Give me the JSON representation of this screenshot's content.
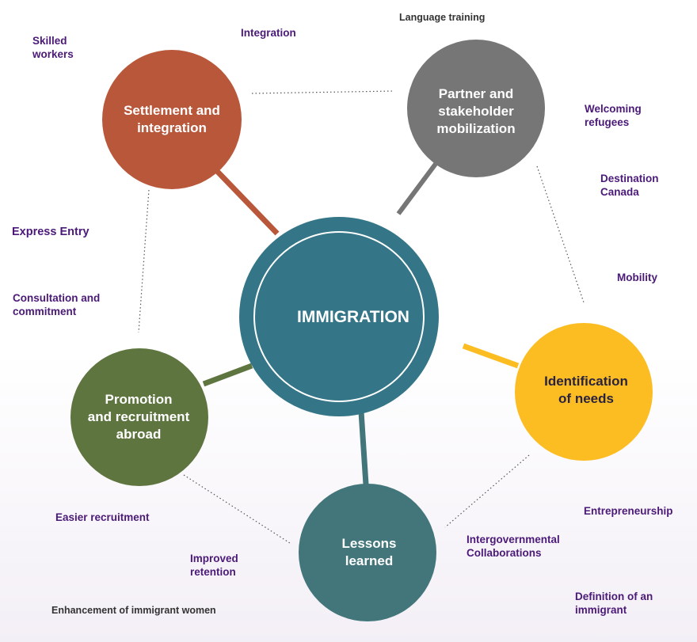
{
  "center": {
    "label": "IMMIGRATION",
    "color": "#347687"
  },
  "nodes": [
    {
      "label": "Settlement and\nintegration",
      "color": "#b9573b"
    },
    {
      "label": "Partner and\nstakeholder\nmobilization",
      "color": "#767676"
    },
    {
      "label": "Identification\nof needs",
      "color": "#fbbd22"
    },
    {
      "label": "Lessons\nlearned",
      "color": "#42767a"
    },
    {
      "label": "Promotion\nand recruitment\nabroad",
      "color": "#5f7540"
    }
  ],
  "labels": {
    "skilled_workers": "Skilled\nworkers",
    "integration": "Integration",
    "language_training": "Language training",
    "welcoming_refugees": "Welcoming\nrefugees",
    "destination_canada": "Destination\nCanada",
    "mobility": "Mobility",
    "express_entry": "Express Entry",
    "consultation": "Consultation and\ncommitment",
    "easier_recruitment": "Easier recruitment",
    "improved_retention": "Improved\nretention",
    "enhancement_women": "Enhancement of immigrant women",
    "entrepreneurship": "Entrepreneurship",
    "intergovernmental": "Intergovernmental\nCollaborations",
    "definition_immigrant": "Definition of an\nimmigrant"
  }
}
